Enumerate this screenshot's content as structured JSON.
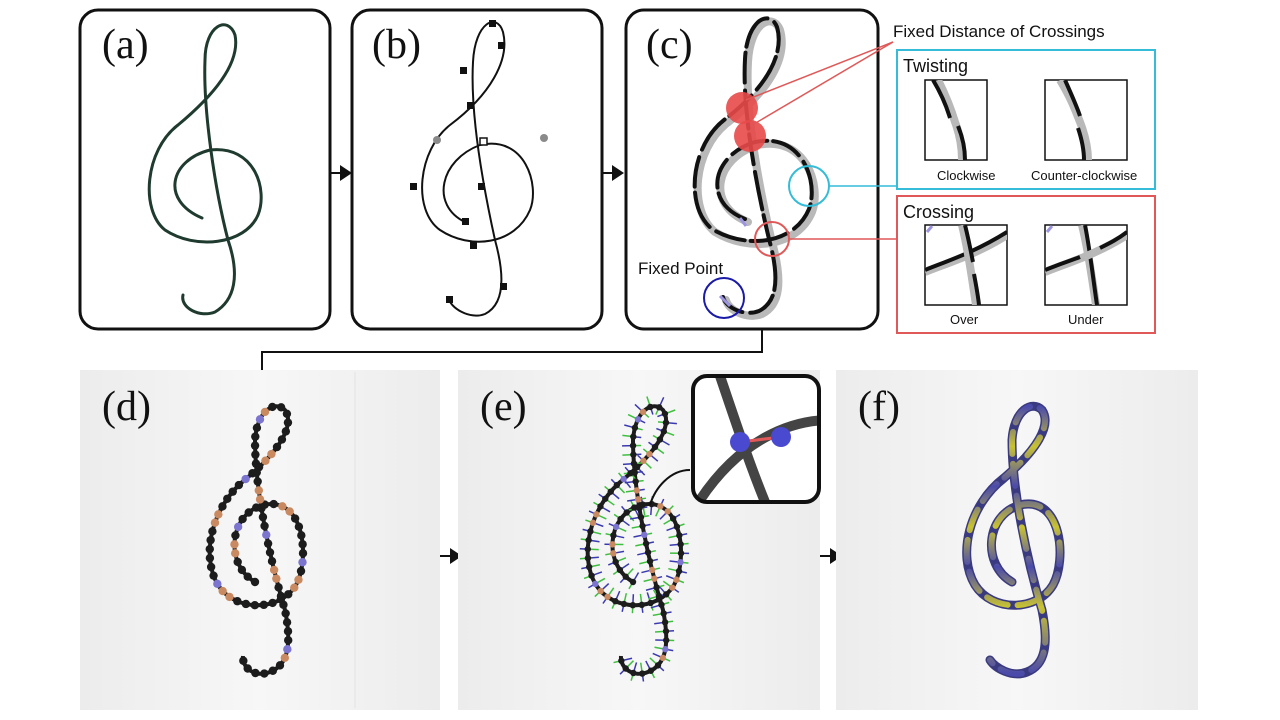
{
  "panels": {
    "a": "(a)",
    "b": "(b)",
    "c": "(c)",
    "d": "(d)",
    "e": "(e)",
    "f": "(f)"
  },
  "annotations": {
    "fixed_distance": "Fixed Distance of Crossings",
    "fixed_point": "Fixed Point"
  },
  "twisting": {
    "title": "Twisting",
    "left": "Clockwise",
    "right": "Counter-clockwise"
  },
  "crossing": {
    "title": "Crossing",
    "left": "Over",
    "right": "Under"
  },
  "colors": {
    "sketch_stroke": "#1f3a2e",
    "crossing_marker": "#e84a4a",
    "twisting_accent": "#34bcd8",
    "crossing_accent": "#e05858",
    "fixed_point_accent": "#1a1aa8",
    "bead_dark": "#1c1c1c",
    "bead_orange": "#c98a62",
    "bead_blue": "#7b75cf",
    "ribbon_blue": "#4a4aaa",
    "ribbon_yellow": "#c8c233"
  },
  "icons": [
    "arrow-right-icon",
    "arrow-down-icon"
  ]
}
